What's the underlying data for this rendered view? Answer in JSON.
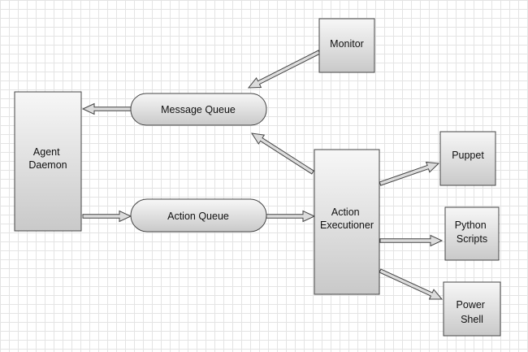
{
  "nodes": {
    "agent_daemon": [
      "Agent",
      "Daemon"
    ],
    "message_queue": [
      "Message Queue"
    ],
    "action_queue": [
      "Action Queue"
    ],
    "monitor": [
      "Monitor"
    ],
    "action_executioner": [
      "Action",
      "Executioner"
    ],
    "puppet": [
      "Puppet"
    ],
    "python_scripts": [
      "Python",
      "Scripts"
    ],
    "power_shell": [
      "Power",
      "Shell"
    ]
  },
  "edges": [
    {
      "from": "monitor",
      "to": "message_queue"
    },
    {
      "from": "message_queue",
      "to": "agent_daemon"
    },
    {
      "from": "action_executioner",
      "to": "message_queue"
    },
    {
      "from": "agent_daemon",
      "to": "action_queue"
    },
    {
      "from": "action_queue",
      "to": "action_executioner"
    },
    {
      "from": "action_executioner",
      "to": "puppet"
    },
    {
      "from": "action_executioner",
      "to": "python_scripts"
    },
    {
      "from": "action_executioner",
      "to": "power_shell"
    }
  ],
  "colors": {
    "box_top": "#f7f7f7",
    "box_bottom": "#c9c9c9",
    "stroke": "#444444",
    "arrow_fill": "#dcdcdc"
  }
}
